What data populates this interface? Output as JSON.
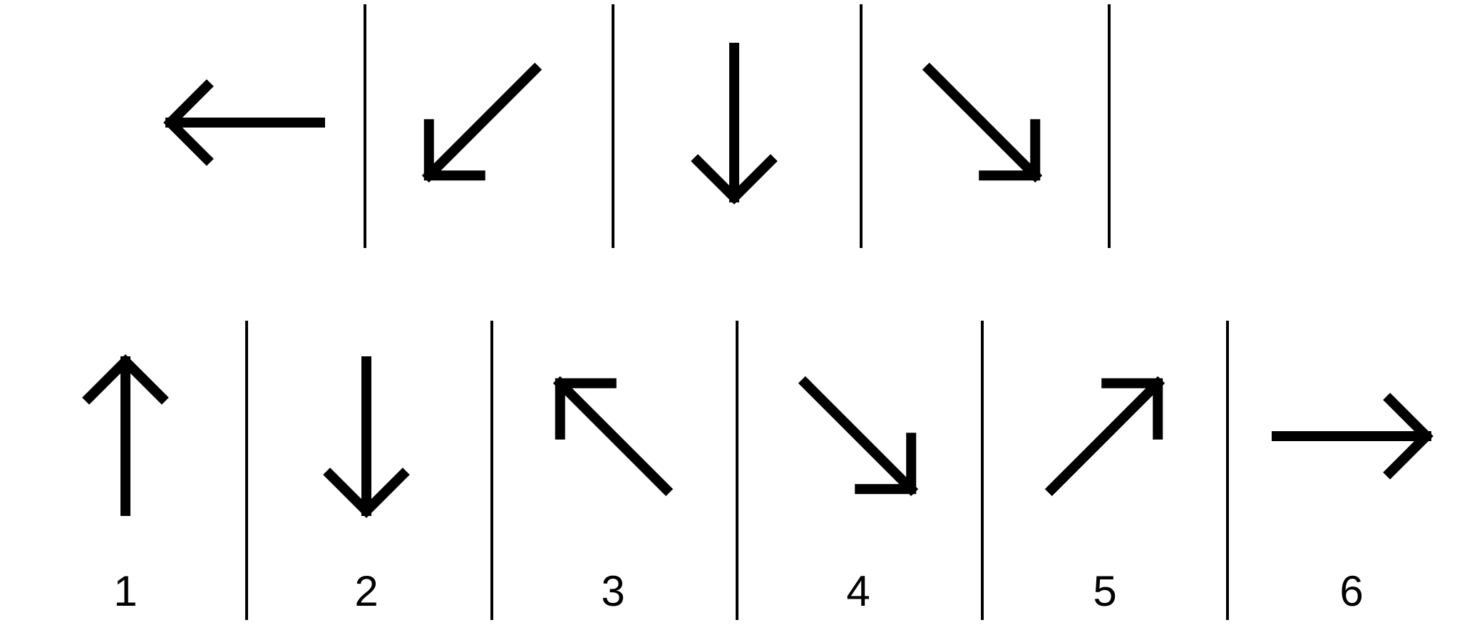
{
  "sequence": {
    "cells": [
      {
        "direction": "left",
        "icon": "arrow-left-icon"
      },
      {
        "direction": "down-left",
        "icon": "arrow-down-left-icon"
      },
      {
        "direction": "down",
        "icon": "arrow-down-icon"
      },
      {
        "direction": "down-right",
        "icon": "arrow-down-right-icon"
      }
    ]
  },
  "options": [
    {
      "label": "1",
      "direction": "up",
      "icon": "arrow-up-icon"
    },
    {
      "label": "2",
      "direction": "down",
      "icon": "arrow-down-icon"
    },
    {
      "label": "3",
      "direction": "up-left",
      "icon": "arrow-up-left-icon"
    },
    {
      "label": "4",
      "direction": "down-right",
      "icon": "arrow-down-right-icon"
    },
    {
      "label": "5",
      "direction": "up-right",
      "icon": "arrow-up-right-icon"
    },
    {
      "label": "6",
      "direction": "right",
      "icon": "arrow-right-icon"
    }
  ],
  "colors": {
    "stroke": "#000000",
    "background": "#ffffff"
  }
}
